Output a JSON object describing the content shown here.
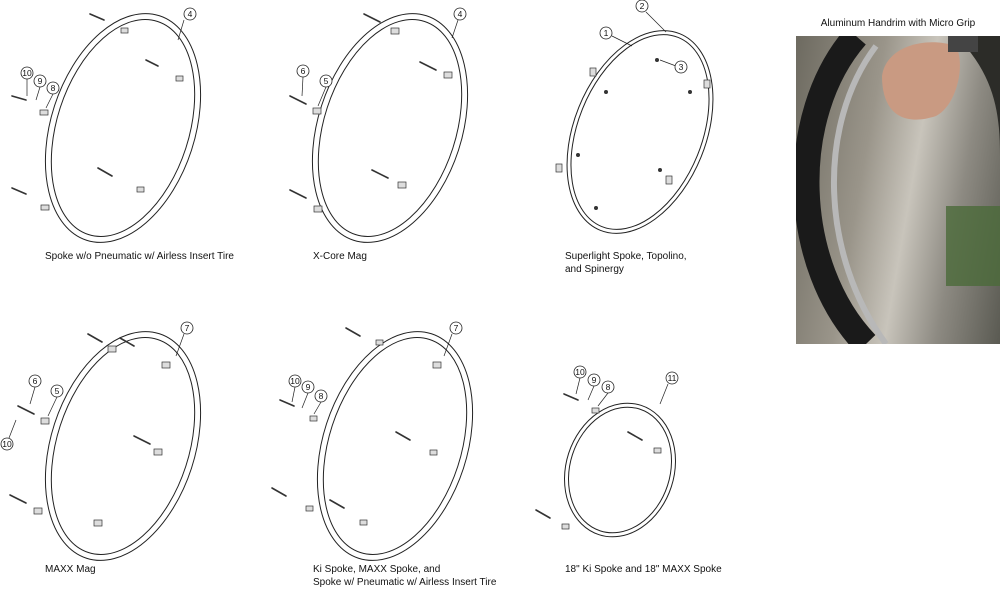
{
  "captions": {
    "spoke_airless": "Spoke w/o Pneumatic w/ Airless Insert Tire",
    "xcore_mag": "X-Core Mag",
    "superlight_line1": "Superlight Spoke, Topolino,",
    "superlight_line2": "and Spinergy",
    "maxx_mag": "MAXX Mag",
    "ki_line1": "Ki Spoke, MAXX Spoke, and",
    "ki_line2": "Spoke w/ Pneumatic w/ Airless Insert Tire",
    "ki18": "18\" Ki Spoke and 18\" MAXX Spoke"
  },
  "photo": {
    "caption": "Aluminum Handrim with Micro Grip"
  },
  "callouts": {
    "p1": [
      "4",
      "10",
      "9",
      "8"
    ],
    "p2": [
      "4",
      "6",
      "5"
    ],
    "p3": [
      "2",
      "1",
      "3"
    ],
    "p4": [
      "7",
      "6",
      "5",
      "10"
    ],
    "p5": [
      "7",
      "10",
      "9",
      "8"
    ],
    "p6": [
      "10",
      "9",
      "8",
      "11"
    ]
  }
}
